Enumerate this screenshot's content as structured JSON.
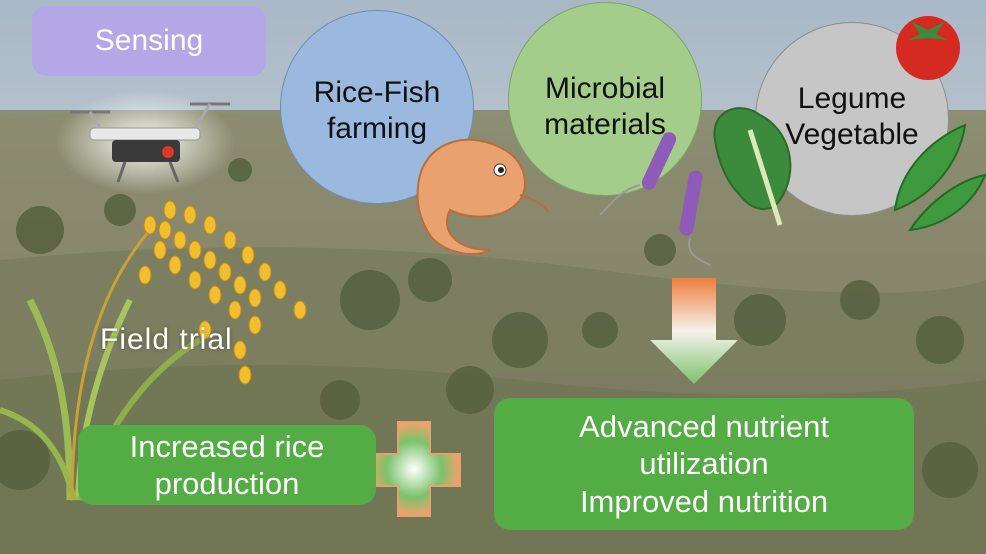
{
  "labels": {
    "sensing": "Sensing",
    "field_trial": "Field trial"
  },
  "circles": {
    "rice_fish": [
      "Rice-Fish",
      "farming"
    ],
    "microbial": [
      "Microbial",
      "materials"
    ],
    "legume": [
      "Legume",
      "Vegetable"
    ]
  },
  "outcomes": {
    "rice": [
      "Increased rice",
      "production"
    ],
    "nutrition": [
      "Advanced nutrient",
      "utilization",
      "Improved nutrition"
    ]
  },
  "colors": {
    "sensing_bg": "#b3a7e6",
    "rice_fish_circle": "#9bb9df",
    "microbial_circle": "#a4cc8a",
    "legume_circle": "#c6c6c6",
    "outcome_box": "#54ac45",
    "arrow_top": "#ee7d3c",
    "arrow_bottom": "#7cc26b"
  }
}
